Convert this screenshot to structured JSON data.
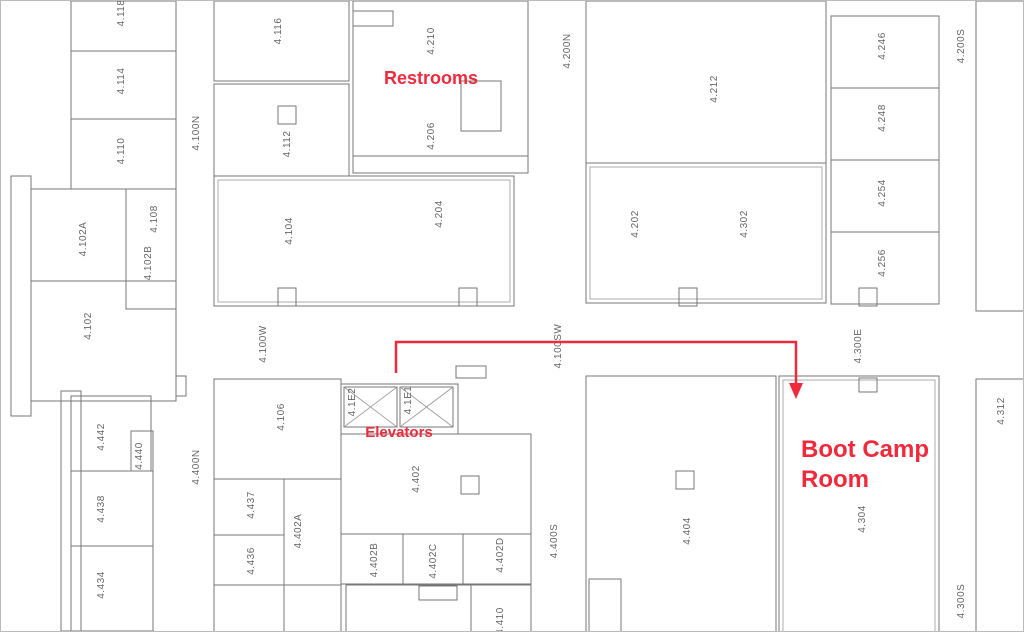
{
  "annotations": {
    "restrooms": "Restrooms",
    "elevators": "Elevators",
    "destination_line1": "Boot Camp",
    "destination_line2": "Room"
  },
  "rooms": [
    "4.118",
    "4.114",
    "4.110",
    "4.116",
    "4.210",
    "4.112",
    "4.206",
    "4.108",
    "4.102A",
    "4.102B",
    "4.104",
    "4.204",
    "4.100N",
    "4.200N",
    "4.212",
    "4.246",
    "4.248",
    "4.254",
    "4.256",
    "4.200S",
    "4.202",
    "4.302",
    "4.102",
    "4.100W",
    "4.100SW",
    "4.300E",
    "4.442",
    "4.440",
    "4.400N",
    "4.106",
    "4.1E2",
    "4.1E1",
    "4.402",
    "4.437",
    "4.438",
    "4.434",
    "4.436",
    "4.402A",
    "4.402B",
    "4.402C",
    "4.402D",
    "4.400S",
    "4.410",
    "4.404",
    "4.304",
    "4.300S",
    "4.312"
  ],
  "colors": {
    "route": "#ee2a3c",
    "walls": "#777777"
  }
}
